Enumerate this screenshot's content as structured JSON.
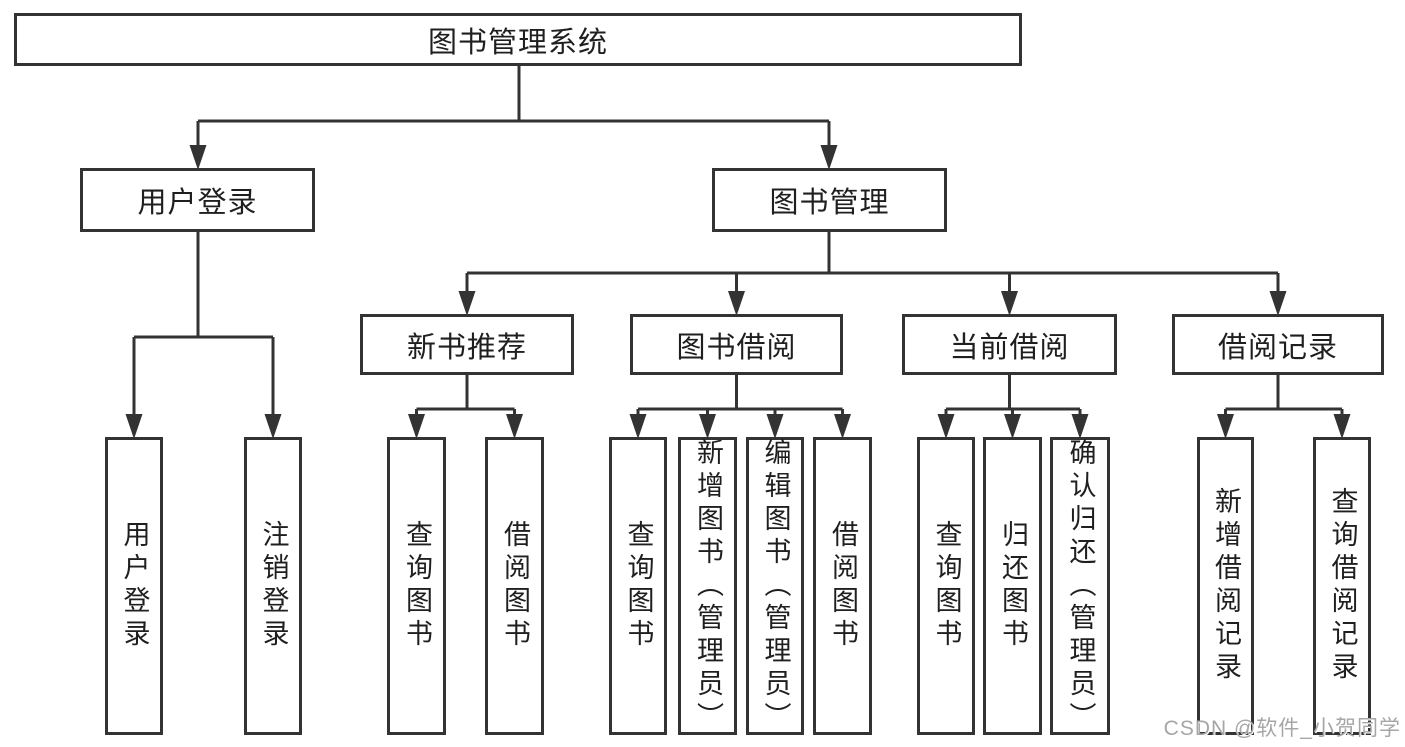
{
  "diagram": {
    "root": {
      "label": "图书管理系统"
    },
    "children": [
      {
        "label": "用户登录",
        "children": [
          {
            "label": "用户登录"
          },
          {
            "label": "注销登录"
          }
        ]
      },
      {
        "label": "图书管理",
        "children": [
          {
            "label": "新书推荐",
            "children": [
              {
                "label": "查询图书"
              },
              {
                "label": "借阅图书"
              }
            ]
          },
          {
            "label": "图书借阅",
            "children": [
              {
                "label": "查询图书"
              },
              {
                "label": "新增图书（管理员）"
              },
              {
                "label": "编辑图书（管理员）"
              },
              {
                "label": "借阅图书"
              }
            ]
          },
          {
            "label": "当前借阅",
            "children": [
              {
                "label": "查询图书"
              },
              {
                "label": "归还图书"
              },
              {
                "label": "确认归还（管理员）"
              }
            ]
          },
          {
            "label": "借阅记录",
            "children": [
              {
                "label": "新增借阅记录"
              },
              {
                "label": "查询借阅记录"
              }
            ]
          }
        ]
      }
    ]
  },
  "watermark": {
    "text": "CSDN @软件_小贺同学"
  },
  "colors": {
    "line": "#333333",
    "box_border": "#333333",
    "text": "#1f1f1f",
    "background": "#ffffff",
    "watermark": "#a6a6a6"
  }
}
